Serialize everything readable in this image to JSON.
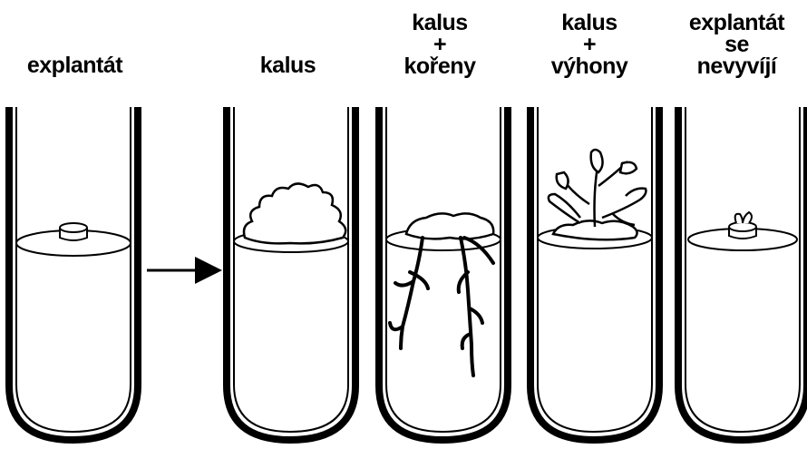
{
  "labels": {
    "explant": "explantát",
    "callus": "kalus",
    "callus_roots": {
      "line1": "kalus",
      "line2": "+",
      "line3": "kořeny"
    },
    "callus_shoots": {
      "line1": "kalus",
      "line2": "+",
      "line3": "výhony"
    },
    "no_development": {
      "line1": "explantát",
      "line2": "se",
      "line3": "nevyvíjí"
    }
  }
}
